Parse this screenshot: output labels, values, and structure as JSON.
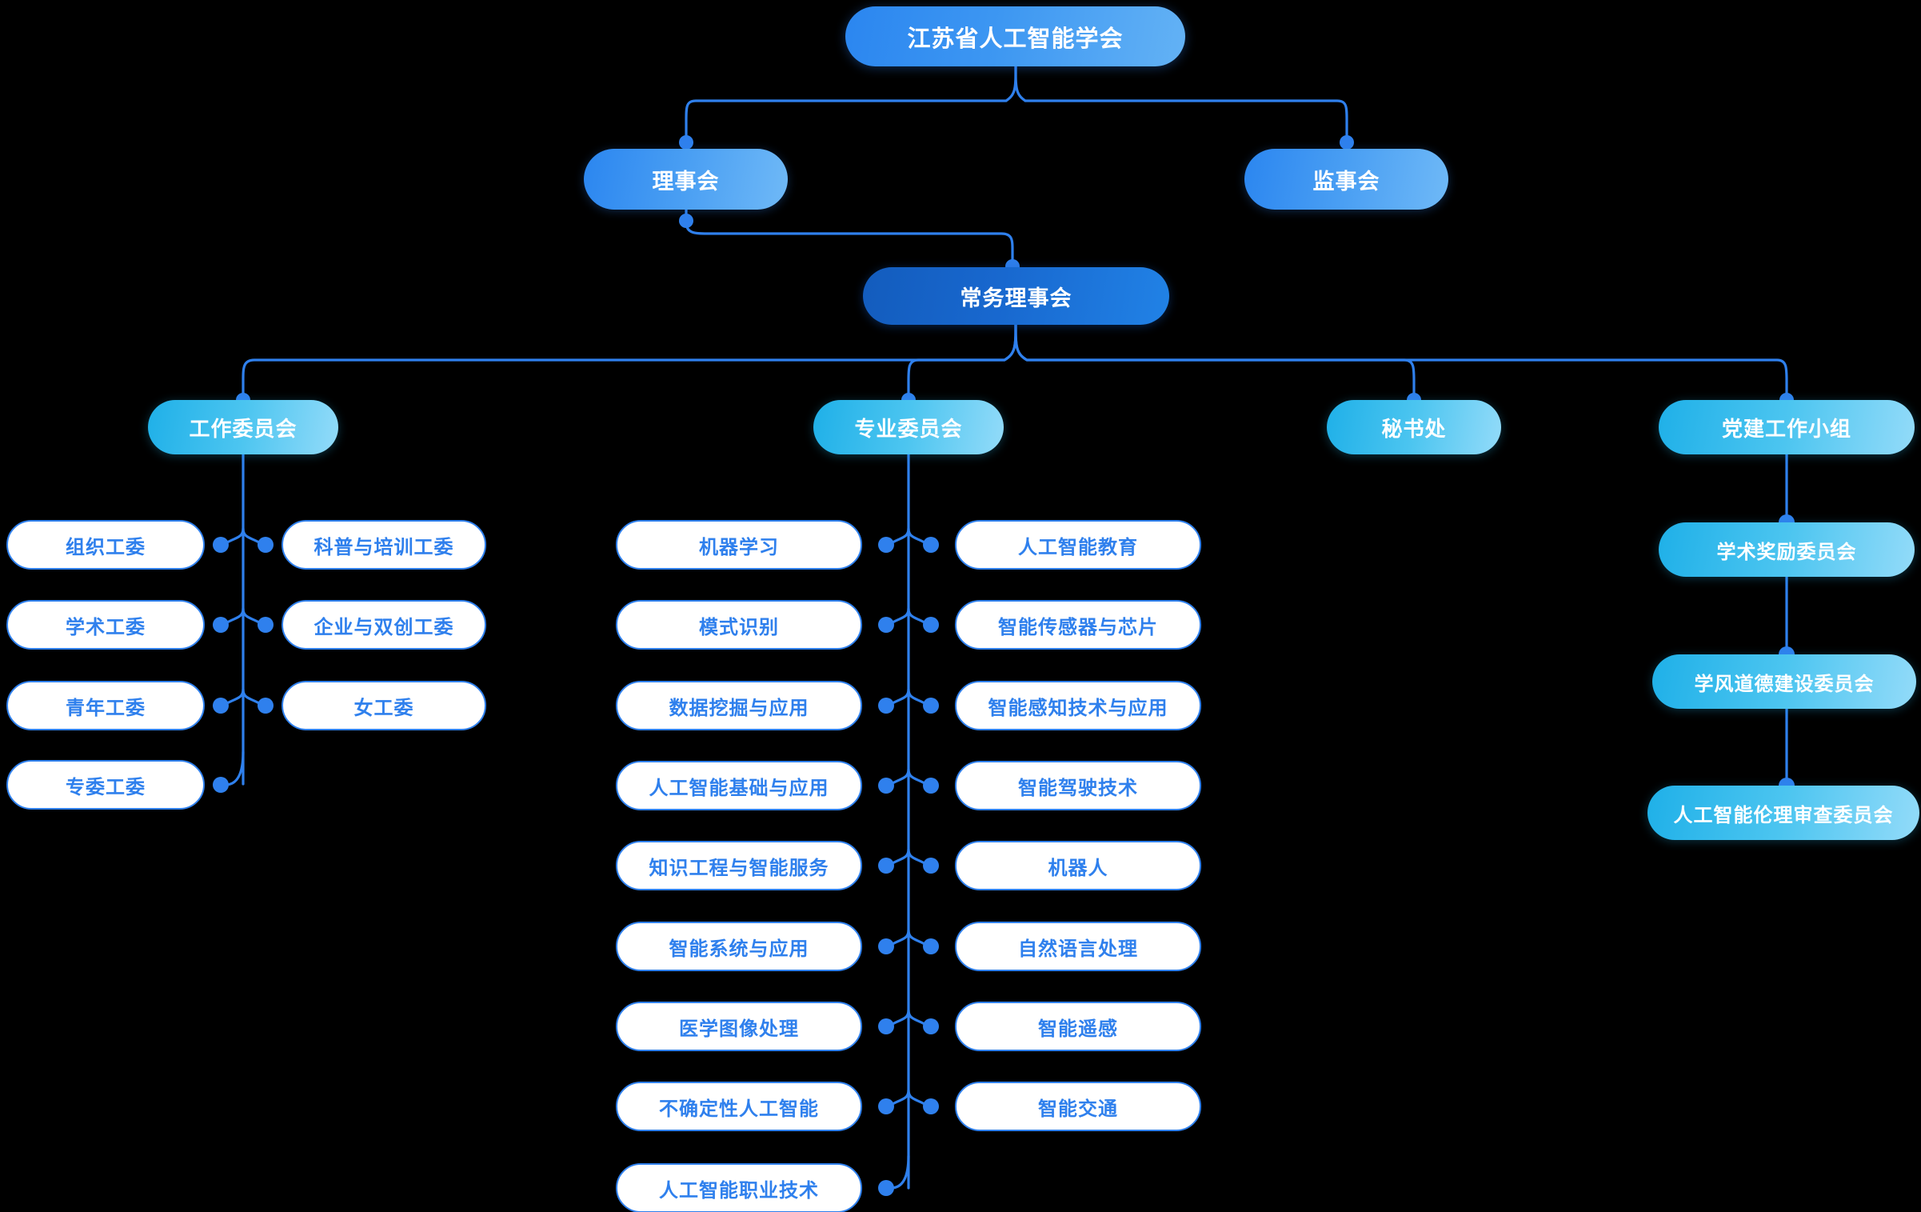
{
  "chart_data": {
    "type": "diagram",
    "title": "江苏省人工智能学会 组织架构图",
    "colors": {
      "background": "#000000",
      "root_gradient_start": "#2b86f0",
      "root_gradient_end": "#63b2f5",
      "level3_gradient_start": "#135cbd",
      "level3_gradient_end": "#2182e6",
      "level4_gradient_start": "#1fb0e8",
      "level4_gradient_end": "#93dbf9",
      "leaf_border": "#2f80ed",
      "leaf_text": "#2f80ed",
      "leaf_fill": "#ffffff",
      "connector": "#2f80ed",
      "node_text": "#ffffff"
    }
  },
  "root": {
    "label": "江苏省人工智能学会"
  },
  "level2": [
    {
      "label": "理事会"
    },
    {
      "label": "监事会"
    }
  ],
  "level3": {
    "label": "常务理事会"
  },
  "level4": [
    {
      "label": "工作委员会"
    },
    {
      "label": "专业委员会"
    },
    {
      "label": "秘书处"
    },
    {
      "label": "党建工作小组"
    }
  ],
  "work_committee_children": {
    "left": [
      {
        "label": "组织工委"
      },
      {
        "label": "学术工委"
      },
      {
        "label": "青年工委"
      },
      {
        "label": "专委工委"
      }
    ],
    "right": [
      {
        "label": "科普与培训工委"
      },
      {
        "label": "企业与双创工委"
      },
      {
        "label": "女工委"
      }
    ]
  },
  "professional_committee_children": {
    "left": [
      {
        "label": "机器学习"
      },
      {
        "label": "模式识别"
      },
      {
        "label": "数据挖掘与应用"
      },
      {
        "label": "人工智能基础与应用"
      },
      {
        "label": "知识工程与智能服务"
      },
      {
        "label": "智能系统与应用"
      },
      {
        "label": "医学图像处理"
      },
      {
        "label": "不确定性人工智能"
      },
      {
        "label": "人工智能职业技术"
      }
    ],
    "right": [
      {
        "label": "人工智能教育"
      },
      {
        "label": "智能传感器与芯片"
      },
      {
        "label": "智能感知技术与应用"
      },
      {
        "label": "智能驾驶技术"
      },
      {
        "label": "机器人"
      },
      {
        "label": "自然语言处理"
      },
      {
        "label": "智能遥感"
      },
      {
        "label": "智能交通"
      }
    ]
  },
  "party_group_children": [
    {
      "label": "学术奖励委员会"
    },
    {
      "label": "学风道德建设委员会"
    },
    {
      "label": "人工智能伦理审查委员会"
    }
  ]
}
